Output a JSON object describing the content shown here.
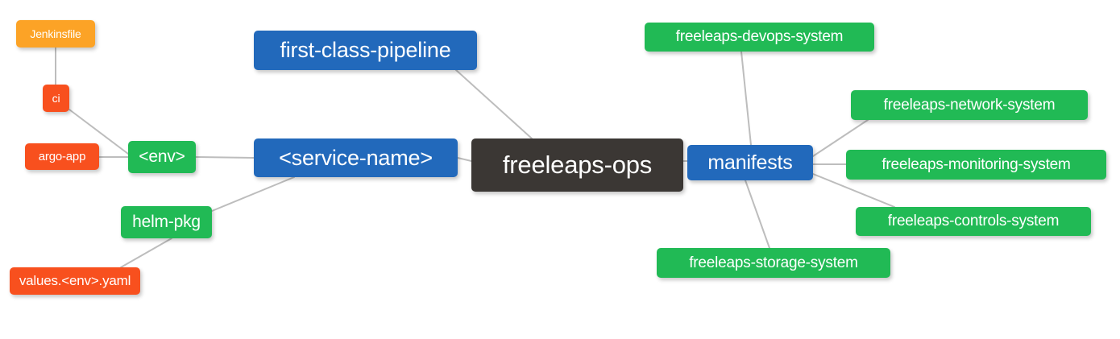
{
  "diagram": {
    "type": "mind-map",
    "title": "freeleaps-ops",
    "background": "#ffffff",
    "edge_color": "#bdbdbd",
    "palette": {
      "root": "#3b3734",
      "blue": "#2269bb",
      "green": "#21ba55",
      "orange": "#fca326",
      "red": "#f8501e",
      "text": "#ffffff"
    },
    "nodes": {
      "root": "freeleaps-ops",
      "service_name": "<service-name>",
      "first_class_pipeline": "first-class-pipeline",
      "env": "<env>",
      "ci": "ci",
      "jenkinsfile": "Jenkinsfile",
      "argo_app": "argo-app",
      "helm_pkg": "helm-pkg",
      "values_yaml": "values.<env>.yaml",
      "manifests": "manifests",
      "devops_system": "freeleaps-devops-system",
      "network_system": "freeleaps-network-system",
      "monitoring_system": "freeleaps-monitoring-system",
      "controls_system": "freeleaps-controls-system",
      "storage_system": "freeleaps-storage-system"
    },
    "edges": [
      {
        "from": "service_name",
        "to": "root"
      },
      {
        "from": "first_class_pipeline",
        "to": "root"
      },
      {
        "from": "env",
        "to": "service_name"
      },
      {
        "from": "helm_pkg",
        "to": "service_name"
      },
      {
        "from": "ci",
        "to": "env"
      },
      {
        "from": "jenkinsfile",
        "to": "ci"
      },
      {
        "from": "argo_app",
        "to": "env"
      },
      {
        "from": "values_yaml",
        "to": "helm_pkg"
      },
      {
        "from": "root",
        "to": "manifests"
      },
      {
        "from": "manifests",
        "to": "devops_system"
      },
      {
        "from": "manifests",
        "to": "network_system"
      },
      {
        "from": "manifests",
        "to": "monitoring_system"
      },
      {
        "from": "manifests",
        "to": "controls_system"
      },
      {
        "from": "manifests",
        "to": "storage_system"
      }
    ]
  }
}
